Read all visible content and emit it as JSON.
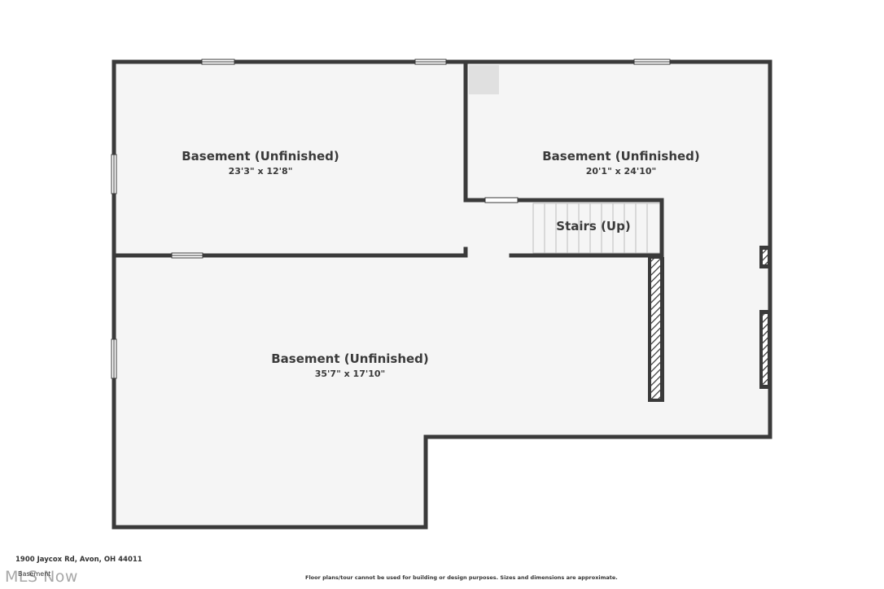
{
  "floor_plan": {
    "floor_name": "Basement",
    "rooms": [
      {
        "name": "Basement (Unfinished)",
        "dimensions": "23'3\" x 12'8\""
      },
      {
        "name": "Basement (Unfinished)",
        "dimensions": "20'1\" x 24'10\""
      },
      {
        "name": "Stairs (Up)"
      },
      {
        "name": "Basement (Unfinished)",
        "dimensions": "35'7\" x 17'10\""
      }
    ]
  },
  "footer": {
    "address": "1900 Jaycox Rd, Avon, OH 44011",
    "floor_label": "Basement",
    "disclaimer": "Floor plans/tour cannot be used for building or design purposes. Sizes and dimensions are approximate.",
    "watermark": "MLS Now"
  },
  "colors": {
    "wall": "#3a3a3a",
    "floor": "#f5f5f5",
    "column": "#e0e0e0"
  }
}
